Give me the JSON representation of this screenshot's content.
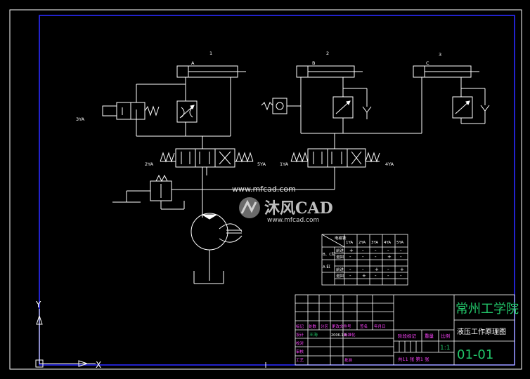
{
  "cylinders": [
    {
      "number": "1",
      "letter": "A"
    },
    {
      "number": "2",
      "letter": "B"
    },
    {
      "number": "3",
      "letter": "C"
    }
  ],
  "solenoids": {
    "s2": "2YA",
    "s3": "3YA",
    "s5": "5YA",
    "s1": "1YA",
    "s4": "4YA"
  },
  "watermark": {
    "url_top": "www.mfcad.com",
    "brand": "沐风CAD",
    "url_bottom": "www.mfcad.com"
  },
  "action_table": {
    "corner_label": "电磁铁",
    "headers": [
      "1YA",
      "2YA",
      "3YA",
      "4YA",
      "5YA"
    ],
    "rows": [
      {
        "group": "B、C缸",
        "action": "前进",
        "values": [
          "+",
          "-",
          "-",
          "-",
          "-"
        ]
      },
      {
        "group": "",
        "action": "退回",
        "values": [
          "-",
          "-",
          "-",
          "+",
          "-"
        ]
      },
      {
        "group": "A 缸",
        "action": "前进",
        "values": [
          "-",
          "-",
          "+",
          "-",
          "+"
        ]
      },
      {
        "group": "",
        "action": "退回",
        "values": [
          "-",
          "+",
          "-",
          "-",
          "-"
        ]
      }
    ]
  },
  "title_block": {
    "school": "常州工学院",
    "drawing_title": "液压工作原理图",
    "drawing_number": "01-01",
    "scale_header": "比例",
    "scale": "1:1",
    "weight_header": "重量",
    "stage_mark_header": "阶段标记",
    "sheets": "共11 张  第1 张",
    "rev_labels": [
      "标记",
      "处数",
      "分区",
      "更改文件号",
      "签名",
      "年月日"
    ],
    "design_label": "设计",
    "designer": "王海",
    "design_date": "2006.1.6",
    "std_label": "标准化",
    "review_label": "审核",
    "check_label": "校对",
    "process_label": "工艺",
    "approve_label": "批准"
  },
  "ucs": {
    "y": "Y",
    "x": "X"
  }
}
